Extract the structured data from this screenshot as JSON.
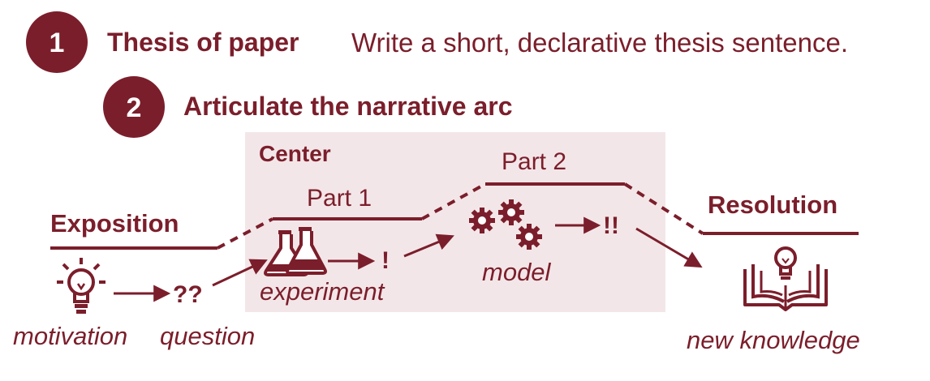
{
  "colors": {
    "accent": "#7b1e2b",
    "panel": "#f3e6e8",
    "background": "#ffffff"
  },
  "step1": {
    "number": "1",
    "title": "Thesis of paper",
    "description": "Write a short, declarative thesis sentence."
  },
  "step2": {
    "number": "2",
    "title": "Articulate the narrative arc"
  },
  "arc": {
    "center_label": "Center",
    "exposition": "Exposition",
    "part1": "Part 1",
    "part2": "Part 2",
    "resolution": "Resolution",
    "question_marks": "??",
    "exclaim_single": "!",
    "exclaim_double": "!!",
    "motivation": "motivation",
    "question": "question",
    "experiment": "experiment",
    "model": "model",
    "new_knowledge": "new knowledge"
  },
  "icons": {
    "motivation": "lightbulb-icon",
    "experiment": "flasks-icon",
    "model": "gears-icon",
    "new_knowledge": "book-lightbulb-icon"
  }
}
